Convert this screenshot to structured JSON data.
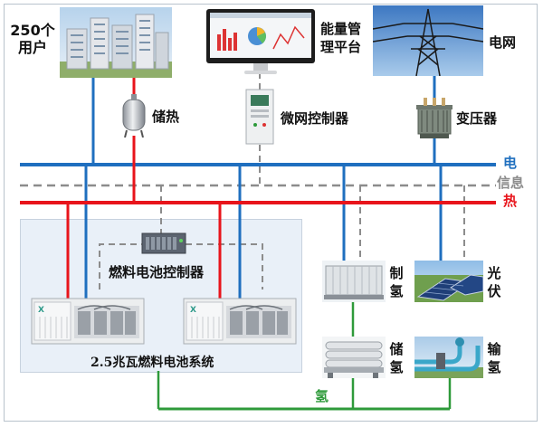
{
  "nodes": {
    "users": "250个\n用户",
    "ems": "能量管\n理平台",
    "grid": "电网",
    "heat_storage": "储热",
    "microgrid_controller": "微网控制器",
    "transformer": "变压器",
    "fc_controller": "燃料电池控制器",
    "fc_system": "2.5兆瓦燃料电池系统",
    "h2_production": "制\n氢",
    "pv": "光\n伏",
    "h2_storage": "储\n氢",
    "h2_transport": "输\n氢"
  },
  "buses": {
    "electricity": "电",
    "information": "信息",
    "heat": "热",
    "hydrogen": "氢"
  },
  "colors": {
    "electricity": "#1f6fbf",
    "information": "#8c8c8c",
    "heat": "#e8141b",
    "hydrogen": "#2e9a3a"
  }
}
